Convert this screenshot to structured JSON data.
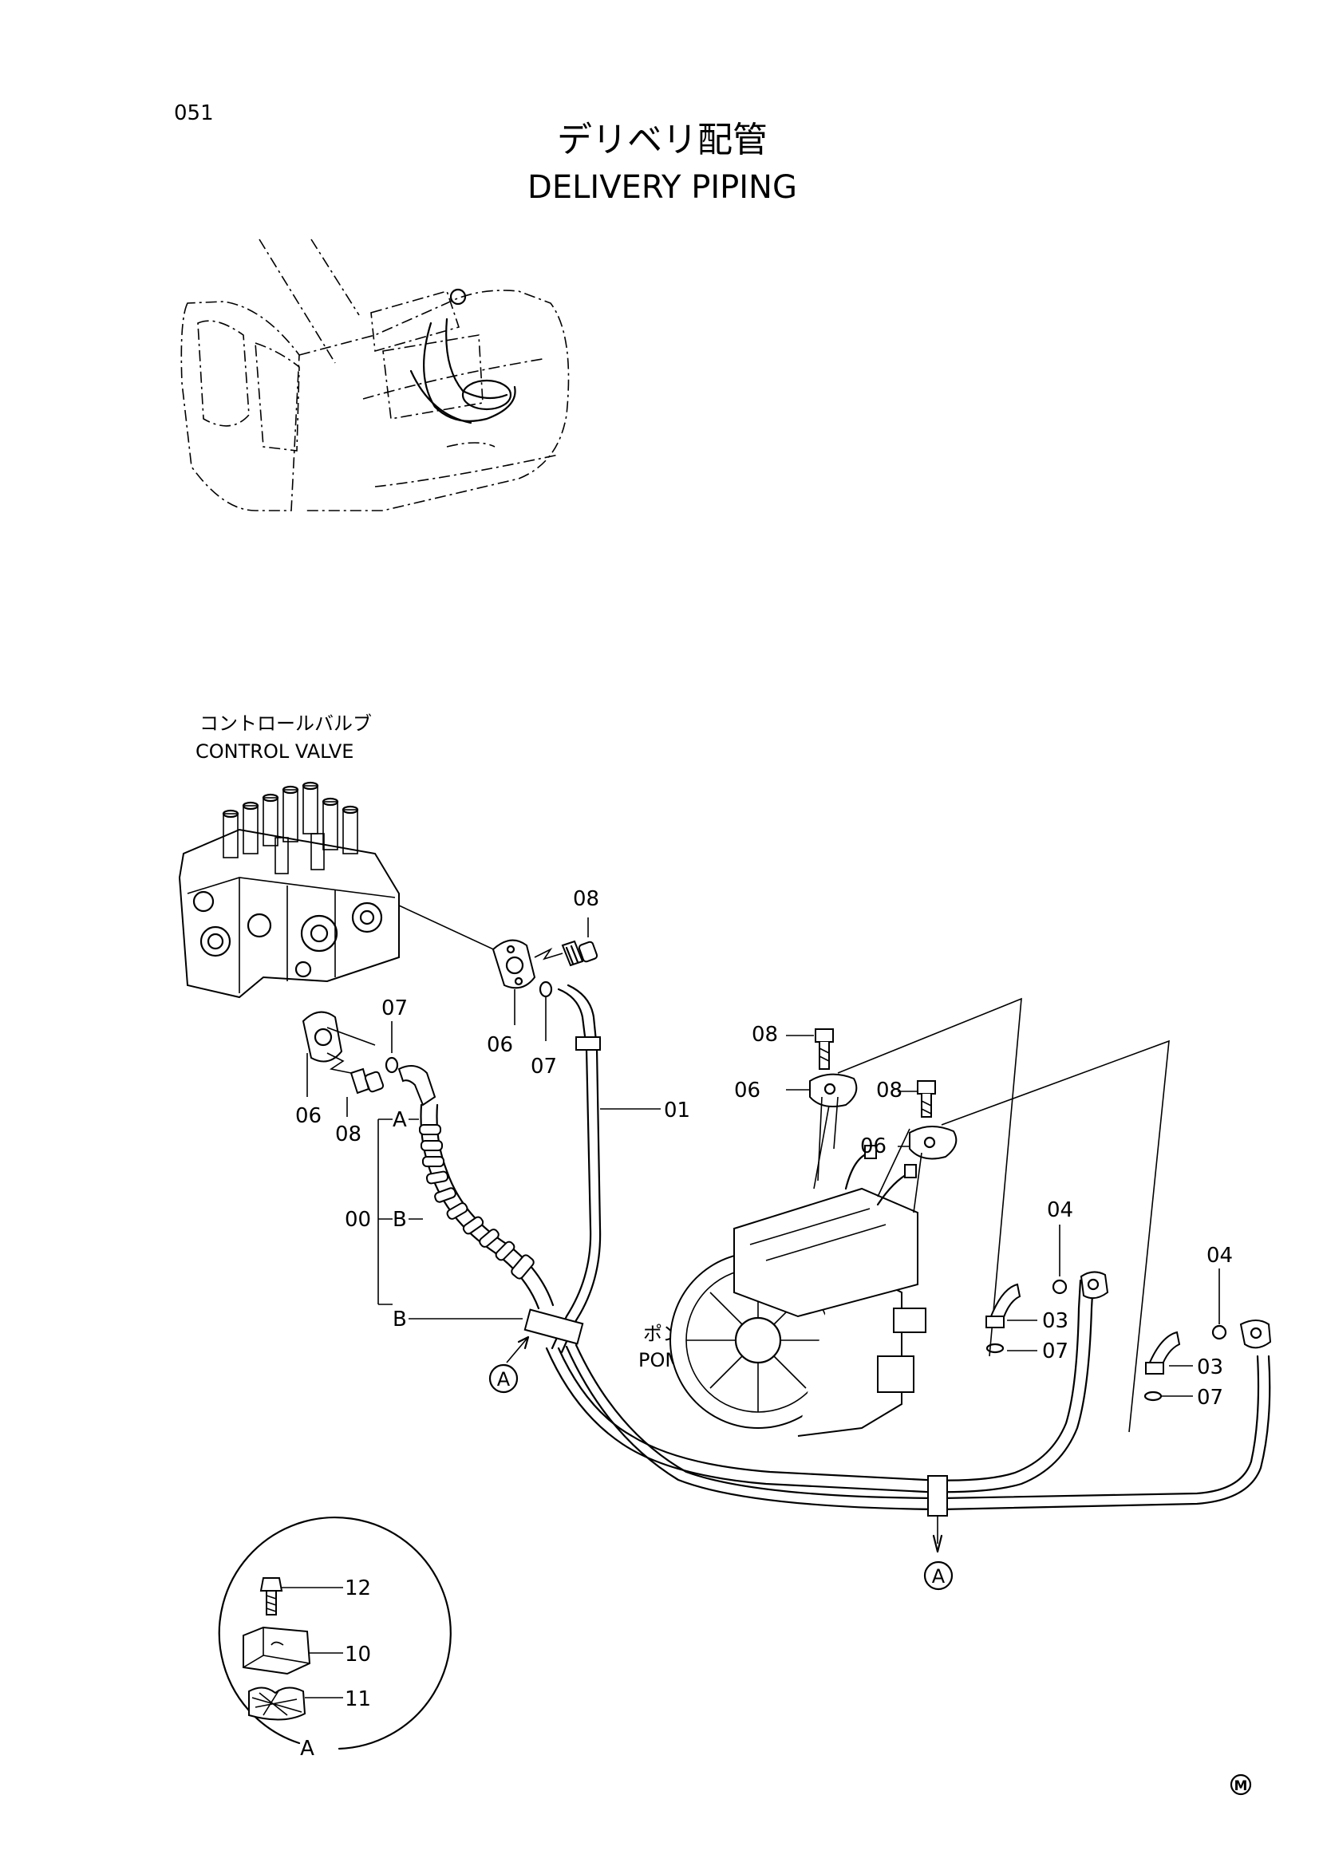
{
  "page_number": "051",
  "title_jp": "デリベリ配管",
  "title_en": "DELIVERY PIPING",
  "labels": {
    "control_valve_jp": "コントロールバルブ",
    "control_valve_en": "CONTROL VALVE",
    "pump_device_jp": "ポンプ装置",
    "pump_device_en": "POMP DEVICE",
    "view_a": "A",
    "hose_branch_a": "A",
    "hose_branch_b": "B",
    "assembly_00": "00",
    "mark": "M"
  },
  "callouts": {
    "p01": "01",
    "p03": "03",
    "p04": "04",
    "p06": "06",
    "p07": "07",
    "p08": "08",
    "p10": "10",
    "p11": "11",
    "p12": "12"
  }
}
